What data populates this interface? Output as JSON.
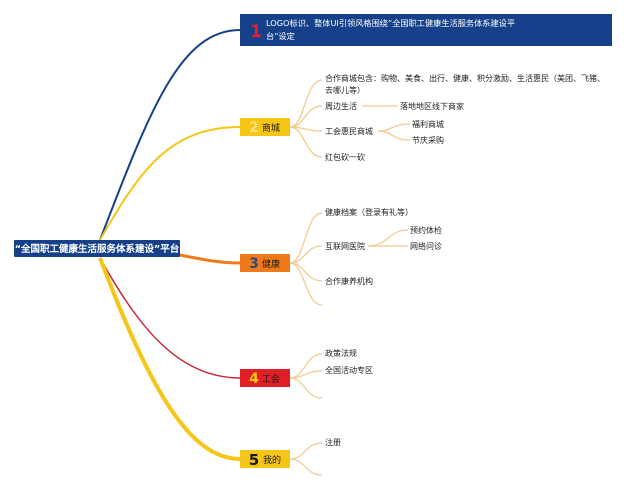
{
  "root": {
    "label": "“全国职工健康生活服务体系建设”平台",
    "fill": "#16418A",
    "text_color": "#ffffff"
  },
  "branches": [
    {
      "id": "logo",
      "number": "1",
      "label": "LOGO标识、整体UI引领风格围绕“全国职工健康生活服务体系建设平台”设定",
      "line1": "LOGO标识、整体UI引领风格围绕“全国职工健康生活服务体系建设平",
      "line2": "台”设定",
      "fill": "#16418A",
      "number_color": "#E0202A",
      "curve_color": "#16418A",
      "children": []
    },
    {
      "id": "mall",
      "number": "2",
      "label": "商城",
      "fill": "#F5C518",
      "number_color": "#F7E27A",
      "curve_color": "#F5C518",
      "children": [
        {
          "label": "合作商城包含：购物、美食、出行、健康、积分激励、生活惠民（美团、飞猪、",
          "label2": "去哪儿等）",
          "children": []
        },
        {
          "label": "周边生活",
          "children": [
            {
              "label": "落地地区线下商家"
            }
          ]
        },
        {
          "label": "工会惠民商城",
          "children": [
            {
              "label": "福利商城"
            },
            {
              "label": "节庆采购"
            }
          ]
        },
        {
          "label": "红包砍一砍",
          "children": []
        }
      ]
    },
    {
      "id": "health",
      "number": "3",
      "label": "健康",
      "fill": "#F07A1A",
      "number_color": "#2E4B7A",
      "curve_color": "#F07A1A",
      "children": [
        {
          "label": "健康档案（登录有礼等）",
          "children": []
        },
        {
          "label": "互联网医院",
          "children": [
            {
              "label": "预约体检"
            },
            {
              "label": "网络问诊"
            }
          ]
        },
        {
          "label": "合作康养机构",
          "children": []
        }
      ]
    },
    {
      "id": "union",
      "number": "4",
      "label": "工会",
      "fill": "#E01E25",
      "number_color": "#F5C518",
      "curve_color": "#C8283A",
      "children": [
        {
          "label": "政策法规",
          "children": []
        },
        {
          "label": "全国活动专区",
          "children": []
        }
      ]
    },
    {
      "id": "mine",
      "number": "5",
      "label": "我的",
      "fill": "#F5C518",
      "number_color": "#1A1A1A",
      "curve_color": "#F5C518",
      "children": [
        {
          "label": "注册",
          "children": []
        }
      ]
    }
  ],
  "colors": {
    "sub_line": "#F3C98A",
    "sub_text": "#1E1E1E"
  }
}
